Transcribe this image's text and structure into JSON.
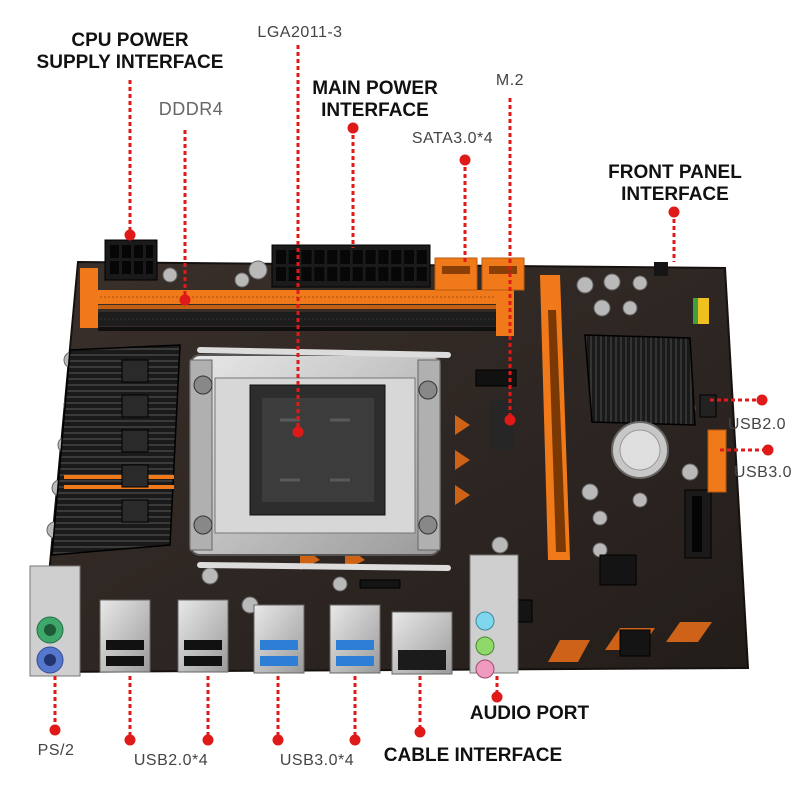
{
  "labels": {
    "cpu_power": [
      "CPU POWER",
      "SUPPLY INTERFACE"
    ],
    "lga": "LGA2011-3",
    "main_power": [
      "MAIN POWER",
      "INTERFACE"
    ],
    "m2": "M.2",
    "dddr4": "DDDR4",
    "sata": "SATA3.0*4",
    "front_panel": [
      "FRONT PANEL",
      "INTERFACE"
    ],
    "usb20_right": "USB2.0",
    "usb30_right": "USB3.0",
    "audio": "AUDIO PORT",
    "cable": "CABLE INTERFACE",
    "ps2": "PS/2",
    "usb20x4": "USB2.0*4",
    "usb30x4": "USB3.0*4"
  },
  "colors": {
    "pcb": "#2b2522",
    "slot_orange": "#f07a1a",
    "heatsink": "#1c1c1c",
    "leader": "#e01919",
    "metal": "#c9c9c9",
    "usb3_blue": "#2d7fd6"
  }
}
